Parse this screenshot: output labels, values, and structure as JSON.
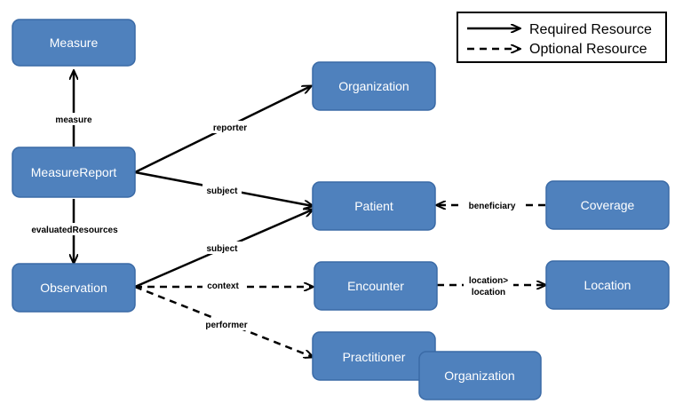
{
  "legend": {
    "required_label": "Required Resource",
    "optional_label": "Optional Resource"
  },
  "nodes": {
    "measure": "Measure",
    "organization_top": "Organization",
    "measure_report": "MeasureReport",
    "patient": "Patient",
    "coverage": "Coverage",
    "observation": "Observation",
    "encounter": "Encounter",
    "location": "Location",
    "practitioner": "Practitioner",
    "organization_bottom": "Organization"
  },
  "edges": {
    "measure": "measure",
    "reporter": "reporter",
    "subject_report": "subject",
    "evaluated_resources": "evaluatedResources",
    "subject_observation": "subject",
    "beneficiary": "beneficiary",
    "context": "context",
    "location_line1": "location>",
    "location_line2": "location",
    "performer": "performer"
  }
}
